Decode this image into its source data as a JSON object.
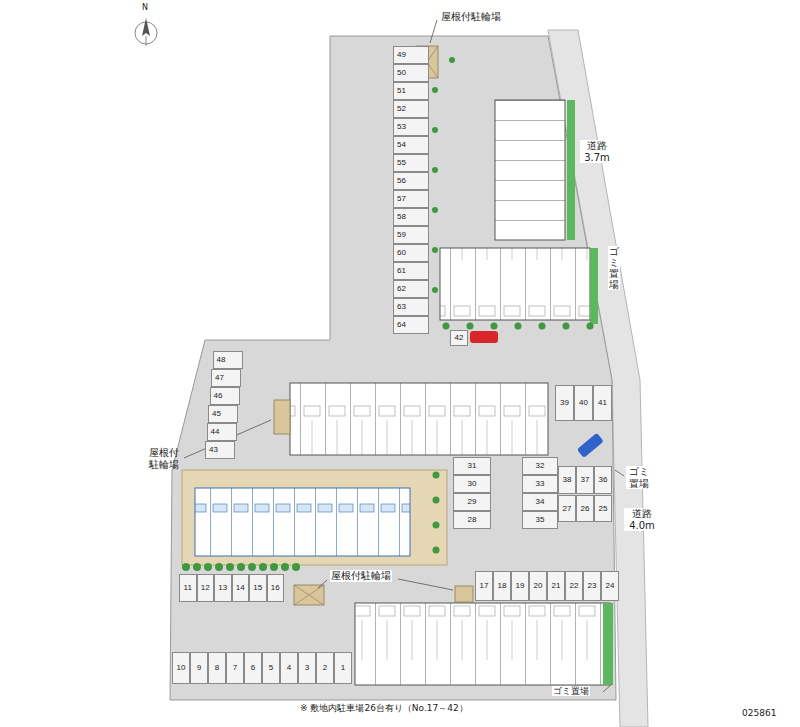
{
  "diagram": {
    "nodes": [
      {
        "text": [
          "1"
        ]
      },
      {
        "text": [
          "2"
        ]
      },
      {
        "text": [
          "3"
        ]
      },
      {
        "text": [
          "4"
        ]
      },
      {
        "text": [
          "5"
        ]
      },
      {
        "text": [
          "6"
        ]
      },
      {
        "text": [
          "7"
        ]
      },
      {
        "text": [
          "8"
        ]
      },
      {
        "text": [
          "9"
        ]
      },
      {
        "text": [
          "10"
        ]
      },
      {
        "text": [
          "11"
        ]
      },
      {
        "text": [
          "12"
        ]
      },
      {
        "text": [
          "13"
        ]
      },
      {
        "text": [
          "14"
        ]
      },
      {
        "text": [
          "15"
        ]
      },
      {
        "text": [
          "16"
        ]
      },
      {
        "text": [
          "17"
        ]
      },
      {
        "text": [
          "18"
        ]
      },
      {
        "text": [
          "19"
        ]
      },
      {
        "text": [
          "20"
        ]
      },
      {
        "text": [
          "21"
        ]
      },
      {
        "text": [
          "22"
        ]
      },
      {
        "text": [
          "23"
        ]
      },
      {
        "text": [
          "24"
        ]
      },
      {
        "text": [
          "25"
        ]
      },
      {
        "text": [
          "26"
        ]
      },
      {
        "text": [
          "27"
        ]
      },
      {
        "text": [
          "28"
        ]
      },
      {
        "text": [
          "29"
        ]
      },
      {
        "text": [
          "30"
        ]
      },
      {
        "text": [
          "31"
        ]
      },
      {
        "text": [
          "32"
        ]
      },
      {
        "text": [
          "33"
        ]
      },
      {
        "text": [
          "34"
        ]
      },
      {
        "text": [
          "35"
        ]
      },
      {
        "text": [
          "36"
        ]
      },
      {
        "text": [
          "37"
        ]
      },
      {
        "text": [
          "38"
        ]
      },
      {
        "text": [
          "39"
        ]
      },
      {
        "text": [
          "40"
        ]
      },
      {
        "text": [
          "41"
        ]
      },
      {
        "text": [
          "42"
        ]
      },
      {
        "text": [
          "43"
        ]
      },
      {
        "text": [
          "44"
        ]
      },
      {
        "text": [
          "45"
        ]
      },
      {
        "text": [
          "46"
        ]
      },
      {
        "text": [
          "47"
        ]
      },
      {
        "text": [
          "48"
        ]
      },
      {
        "text": [
          "49"
        ]
      },
      {
        "text": [
          "50"
        ]
      },
      {
        "text": [
          "51"
        ]
      },
      {
        "text": [
          "52"
        ]
      },
      {
        "text": [
          "53"
        ]
      },
      {
        "text": [
          "54"
        ]
      },
      {
        "text": [
          "55"
        ]
      },
      {
        "text": [
          "56"
        ]
      },
      {
        "text": [
          "57"
        ]
      },
      {
        "text": [
          "58"
        ]
      },
      {
        "text": [
          "59"
        ]
      },
      {
        "text": [
          "60"
        ]
      },
      {
        "text": [
          "61"
        ]
      },
      {
        "text": [
          "62"
        ]
      },
      {
        "text": [
          "63"
        ]
      },
      {
        "text": [
          "64"
        ]
      }
    ],
    "labels": [
      "N",
      "屋根付駐輪場",
      "道路 3.7m",
      "ゴミ置場",
      "屋根付 駐輪場",
      "ゴミ 置場",
      "道路 4.0m",
      "屋根付駐輪場",
      "ゴミ置場",
      "※ 敷地内駐車場26台有り（No.17～42）",
      "025861"
    ]
  }
}
